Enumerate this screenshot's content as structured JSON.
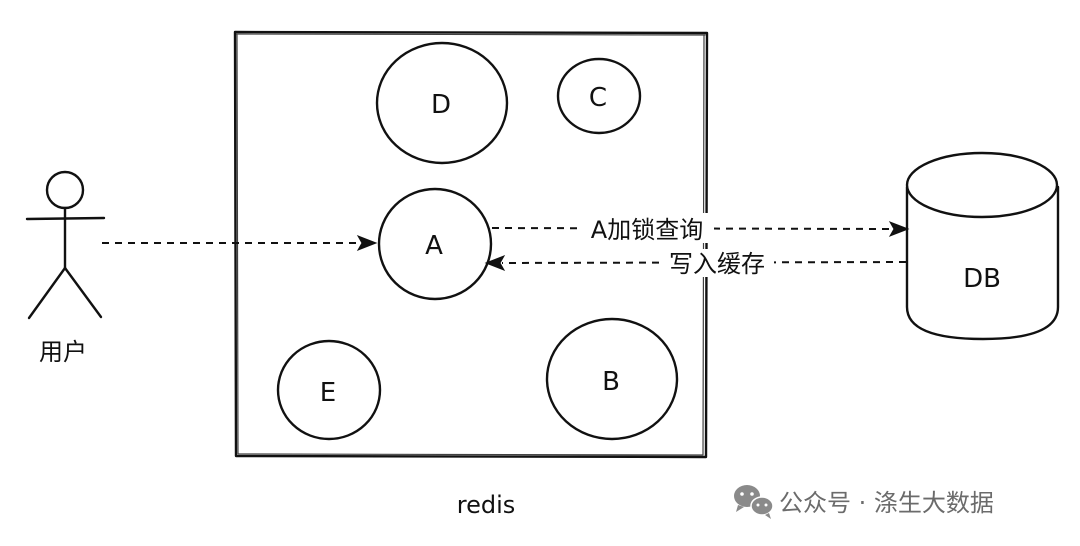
{
  "actor": {
    "label": "用户"
  },
  "redis": {
    "label": "redis",
    "nodes": {
      "a": "A",
      "b": "B",
      "c": "C",
      "d": "D",
      "e": "E"
    }
  },
  "database": {
    "label": "DB"
  },
  "edges": {
    "lock_query": "A加锁查询",
    "write_cache": "写入缓存"
  },
  "watermark": {
    "text": "公众号 · 涤生大数据",
    "icon": "wechat-icon"
  }
}
